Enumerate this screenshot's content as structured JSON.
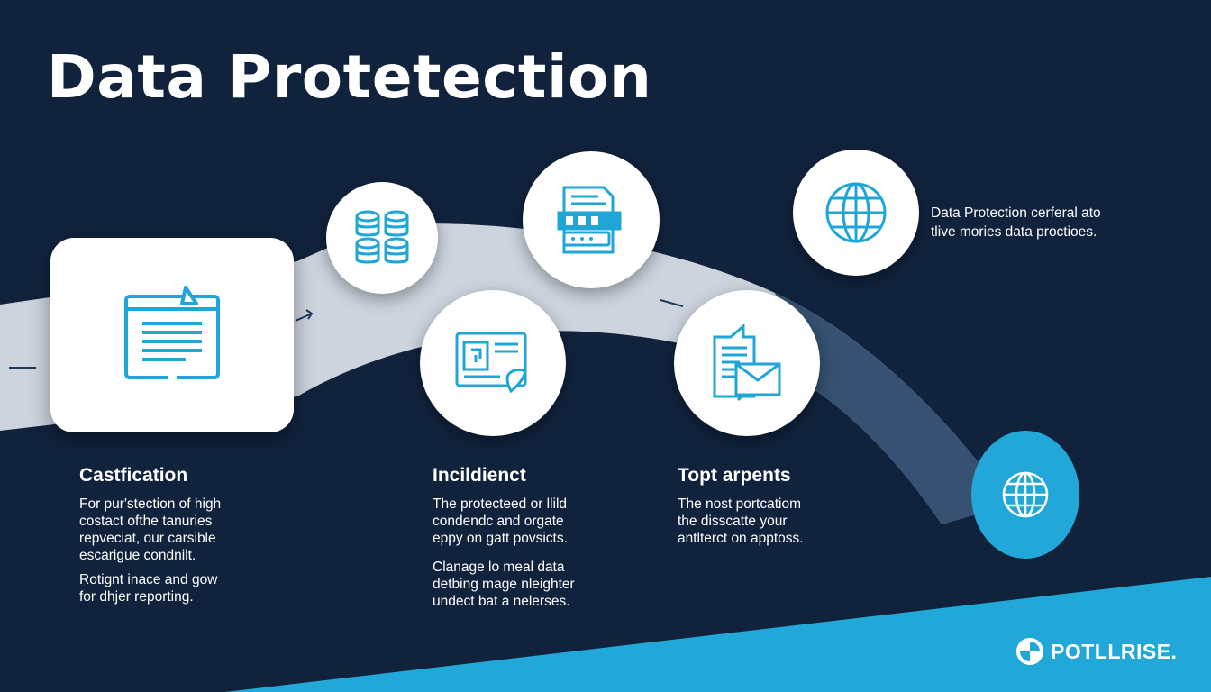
{
  "title": "Data Protetection",
  "note": {
    "line1": "Data Protection cerferal ato",
    "line2": "tlive mories data proctioes."
  },
  "steps": [
    {
      "label": "Castfication",
      "para1": "For pur'stection of high\ncostact ofthe tanuries\nrepveciat, our carsible\nescarigue condnilt.",
      "para2": "Rotignt inace and gow\nfor dhjer reporting."
    },
    {
      "label": "Incildienct",
      "para1": "The protecteed or llild\ncondendc and orgate\neppy on gatt povsicts.",
      "para2": "Clanage lo meal data\ndetbing mage nleighter\nundect bat a nelerses."
    },
    {
      "label": "Topt arpents",
      "para1": "The nost portcatiom\nthe disscatte your\nantlterct on apptoss."
    }
  ],
  "brand": {
    "name": "POTLLRISE."
  },
  "icons": [
    "document-icon",
    "database-icon",
    "report-icon",
    "id-card-icon",
    "globe-icon",
    "mail-document-icon",
    "globe-icon"
  ],
  "colors": {
    "background": "#10223c",
    "accent": "#22a8d8",
    "path": "#cdd4de",
    "icon": "#1fa6d6"
  }
}
